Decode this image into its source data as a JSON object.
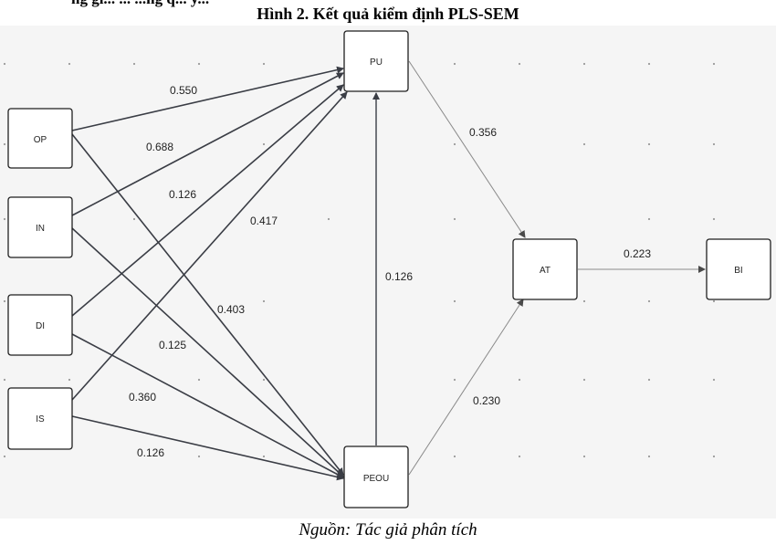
{
  "header": {
    "cut_text": "ng gi... ... ...ng q... y...",
    "title": "Hình 2. Kết quả kiểm định PLS-SEM"
  },
  "caption": "Nguồn: Tác giả phân tích",
  "colors": {
    "canvas_bg": "#f5f5f5",
    "node_border": "#1f1f1f",
    "arrow_dark": "#3a3d45",
    "arrow_light": "#8a8a8a",
    "dot": "#9a9a9a"
  },
  "nodes": [
    {
      "id": "OP",
      "label": "OP"
    },
    {
      "id": "IN",
      "label": "IN"
    },
    {
      "id": "DI",
      "label": "DI"
    },
    {
      "id": "IS",
      "label": "IS"
    },
    {
      "id": "PU",
      "label": "PU"
    },
    {
      "id": "PEOU",
      "label": "PEOU"
    },
    {
      "id": "AT",
      "label": "AT"
    },
    {
      "id": "BI",
      "label": "BI"
    }
  ],
  "edges": [
    {
      "id": "op-pu",
      "from": "OP",
      "to": "PU",
      "label": "0.550"
    },
    {
      "id": "in-pu",
      "from": "IN",
      "to": "PU",
      "label": "0.688"
    },
    {
      "id": "di-pu",
      "from": "DI",
      "to": "PU",
      "label": "0.126"
    },
    {
      "id": "is-pu",
      "from": "IS",
      "to": "PU",
      "label": "0.417"
    },
    {
      "id": "op-peou",
      "from": "OP",
      "to": "PEOU",
      "label": "0.403"
    },
    {
      "id": "in-peou",
      "from": "IN",
      "to": "PEOU",
      "label": "0.125"
    },
    {
      "id": "di-peou",
      "from": "DI",
      "to": "PEOU",
      "label": "0.360"
    },
    {
      "id": "is-peou",
      "from": "IS",
      "to": "PEOU",
      "label": "0.126"
    },
    {
      "id": "peou-pu",
      "from": "PEOU",
      "to": "PU",
      "label": "0.126"
    },
    {
      "id": "pu-at",
      "from": "PU",
      "to": "AT",
      "label": "0.356"
    },
    {
      "id": "peou-at",
      "from": "PEOU",
      "to": "AT",
      "label": "0.230"
    },
    {
      "id": "at-bi",
      "from": "AT",
      "to": "BI",
      "label": "0.223"
    }
  ]
}
